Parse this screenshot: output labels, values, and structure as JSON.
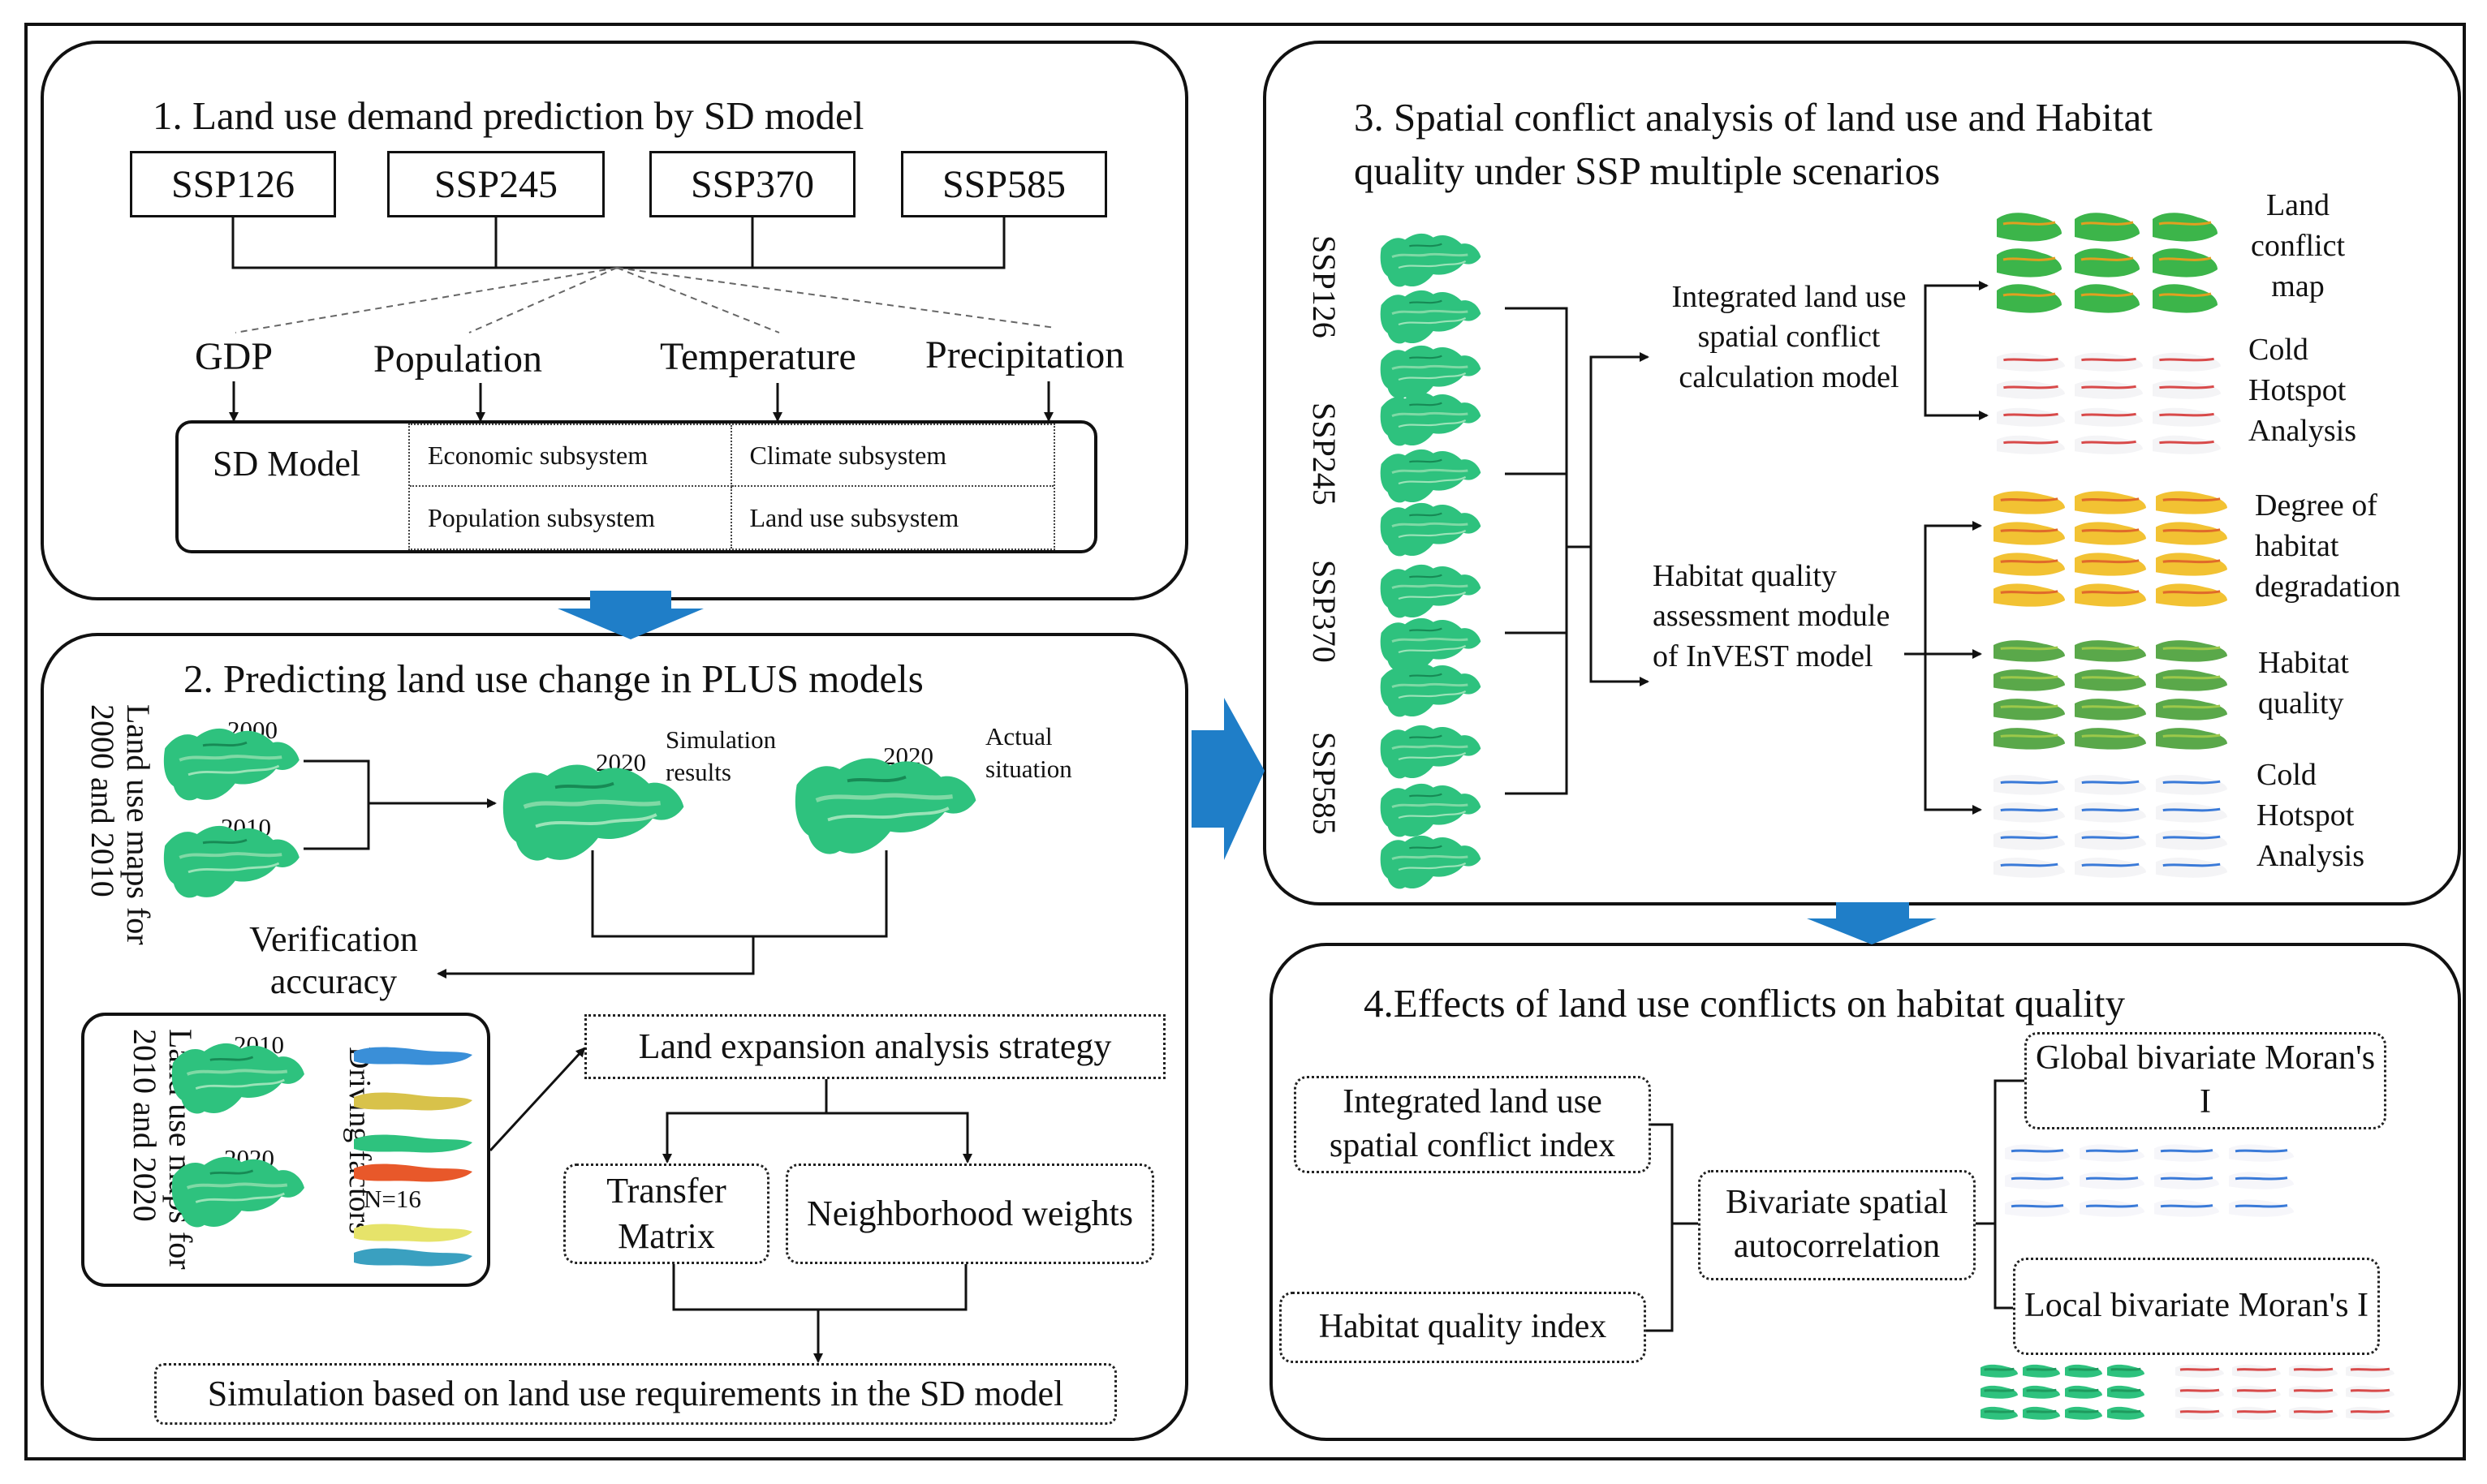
{
  "panel1": {
    "title": "1. Land use demand prediction by SD model",
    "ssp": [
      "SSP126",
      "SSP245",
      "SSP370",
      "SSP585"
    ],
    "drivers": [
      "GDP",
      "Population",
      "Temperature",
      "Precipitation"
    ],
    "sd_model": "SD Model",
    "subsystems": [
      "Economic subsystem",
      "Climate subsystem",
      "Population subsystem",
      "Land use subsystem"
    ]
  },
  "panel2": {
    "title": "2. Predicting land use change in PLUS models",
    "maps_label_a": "Land use maps for 2000 and 2010",
    "year_2000": "2000",
    "year_2010": "2010",
    "year_2020": "2020",
    "simulation_results": "Simulation results",
    "actual_situation": "Actual situation",
    "verification": "Verification accuracy",
    "maps_label_b": "Land use maps for 2010 and 2020",
    "driving_factors": "Driving factors",
    "n_label": "N=16",
    "expansion": "Land expansion analysis strategy",
    "transfer": "Transfer Matrix",
    "neighborhood": "Neighborhood weights",
    "simulation": "Simulation based on land use requirements in the SD model"
  },
  "panel3": {
    "title_line1": "3. Spatial conflict analysis of land use and Habitat",
    "title_line2": "quality  under SSP multiple scenarios",
    "scenarios": [
      "SSP126",
      "SSP245",
      "SSP370",
      "SSP585"
    ],
    "integrated_model": "Integrated land use spatial conflict calculation model",
    "habitat_module": "Habitat quality assessment module of InVEST model",
    "land_conflict_map": "Land conflict map",
    "cold_hotspot": "Cold Hotspot Analysis",
    "degradation": "Degree of habitat degradation",
    "habitat_quality": "Habitat quality"
  },
  "panel4": {
    "title": "4.Effects of land use conflicts on habitat quality",
    "conflict_index": "Integrated land use spatial conflict index",
    "habitat_index": "Habitat quality index",
    "bivariate": "Bivariate spatial autocorrelation",
    "global": "Global bivariate Moran's I",
    "local": "Local bivariate Moran's I"
  },
  "colors": {
    "map_green": "#2ec27e",
    "flow_arrow_blue": "#1f7ec8",
    "line": "#111111"
  }
}
